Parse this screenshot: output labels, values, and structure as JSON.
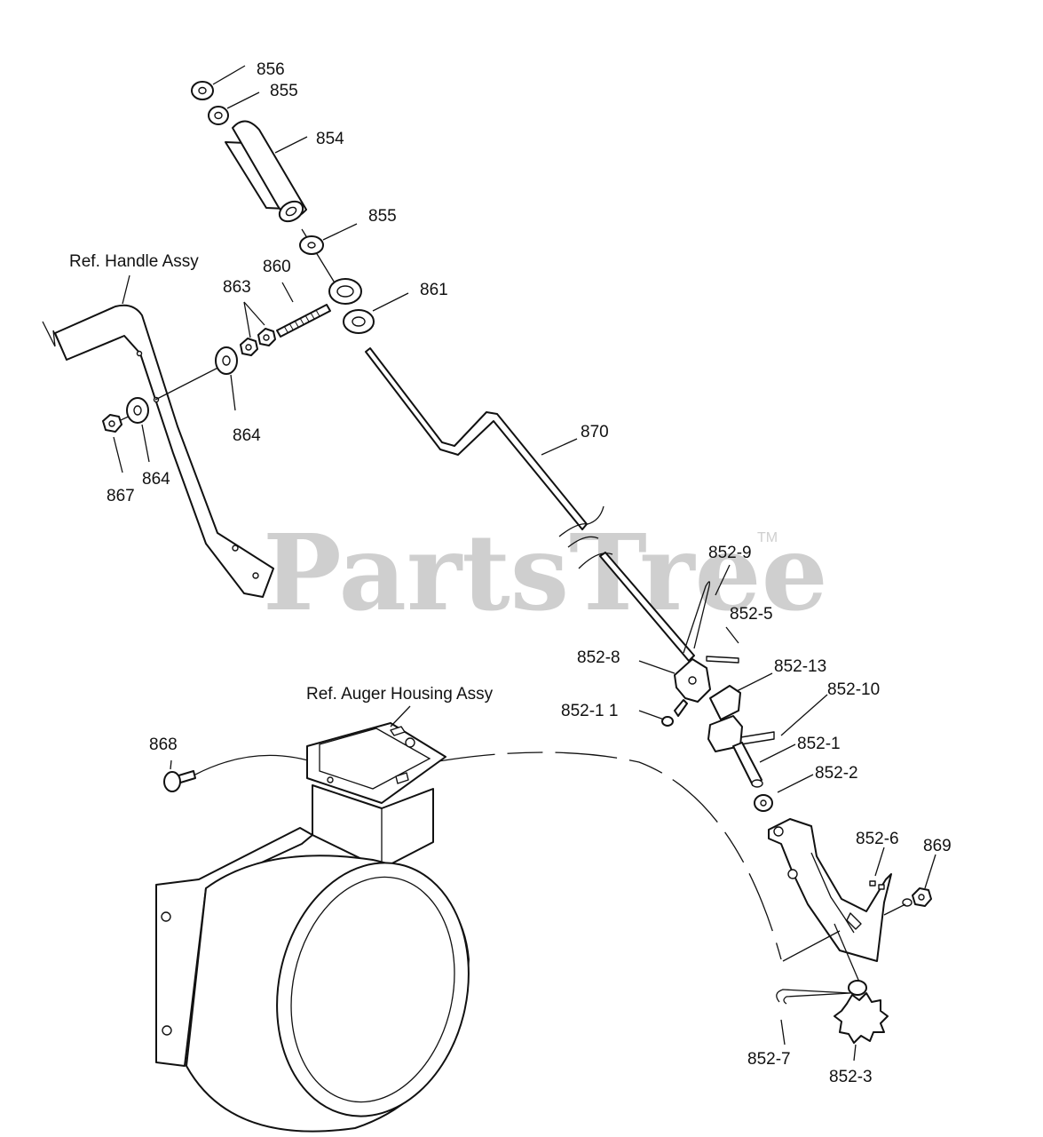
{
  "watermark": {
    "text": "PartsTree",
    "trademark": "TM"
  },
  "labels": {
    "ref_handle": "Ref. Handle Assy",
    "ref_auger": "Ref. Auger Housing Assy",
    "p856": "856",
    "p855a": "855",
    "p854": "854",
    "p855b": "855",
    "p860": "860",
    "p863": "863",
    "p861": "861",
    "p864a": "864",
    "p864b": "864",
    "p867": "867",
    "p870": "870",
    "p852_9": "852-9",
    "p852_5": "852-5",
    "p852_8": "852-8",
    "p852_13": "852-13",
    "p852_10": "852-10",
    "p852_11": "852-1 1",
    "p852_1": "852-1",
    "p852_2": "852-2",
    "p868": "868",
    "p852_6": "852-6",
    "p869": "869",
    "p852_7": "852-7",
    "p852_3": "852-3"
  }
}
